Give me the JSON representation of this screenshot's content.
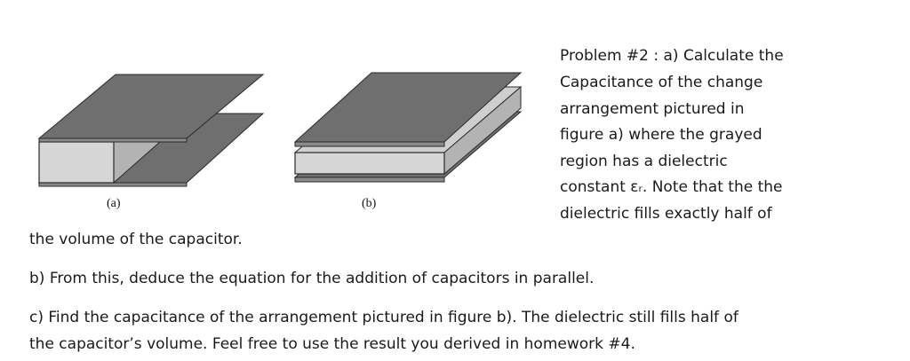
{
  "figure_a": {
    "label": "(a)"
  },
  "figure_b": {
    "label": "(b)"
  },
  "problem_lines": [
    "Problem #2 :  a) Calculate the",
    "Capacitance of the change",
    "arrangement pictured in",
    "figure a) where the grayed",
    "region has a dielectric",
    "constant εᵣ.  Note that the the",
    "dielectric fills exactly half of"
  ],
  "body_lines": [
    "the volume of the capacitor.",
    "b) From this, deduce the equation for the addition of capacitors in parallel.",
    "c) Find the capacitance of the arrangement pictured in figure b).  The dielectric still fills half of",
    "the capacitor’s volume.  Feel free to use the result you derived in homework #4."
  ],
  "colors": {
    "plate": "#6f6f6f",
    "dielectric_front": "#d6d6d6",
    "dielectric_side": "#b3b3b3",
    "outline": "#2a2a2a"
  }
}
